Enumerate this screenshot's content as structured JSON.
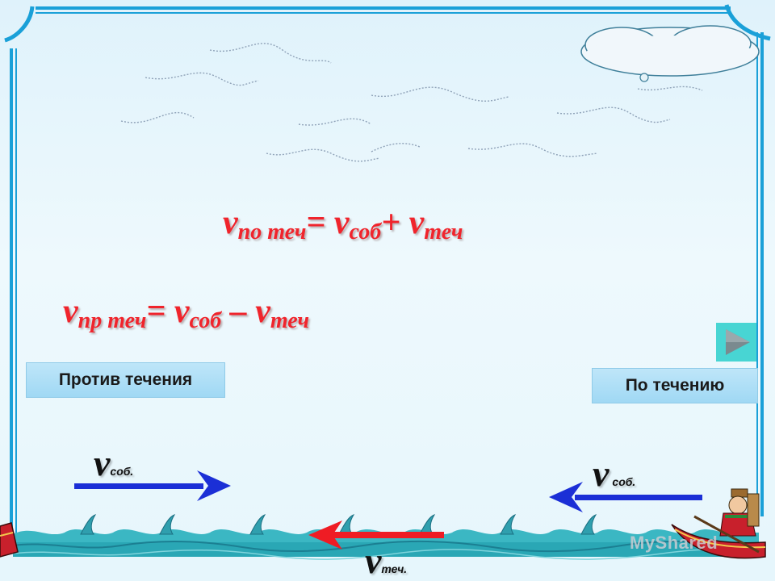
{
  "formulas": {
    "downstream": {
      "v": "v",
      "sub1": "по теч",
      "eq": "= ",
      "v2": "v",
      "sub2": "соб",
      "op": "+ ",
      "v3": "v",
      "sub3": "теч"
    },
    "upstream": {
      "v": "v",
      "sub1": "пр теч",
      "eq": "= ",
      "v2": "v",
      "sub2": "соб",
      "op": " – ",
      "v3": "v",
      "sub3": "теч"
    }
  },
  "labels": {
    "against_current": "Против течения",
    "with_current": "По течению"
  },
  "velocities": {
    "left_v": "v",
    "left_sub": "соб.",
    "right_v": "v",
    "right_sub": "соб.",
    "current_v": "v",
    "current_sub": "теч."
  },
  "watermark": "MyShared",
  "colors": {
    "formula": "#f0242c",
    "arrow_blue": "#1b2fd6",
    "arrow_red": "#ef1c24",
    "frame": "#1aa0d8",
    "play_button": "#48d5d3",
    "water": "#2aa7b5"
  },
  "icons": {
    "play": "play-triangle-icon",
    "cloud": "cloud-icon",
    "boat": "boat-icon"
  }
}
